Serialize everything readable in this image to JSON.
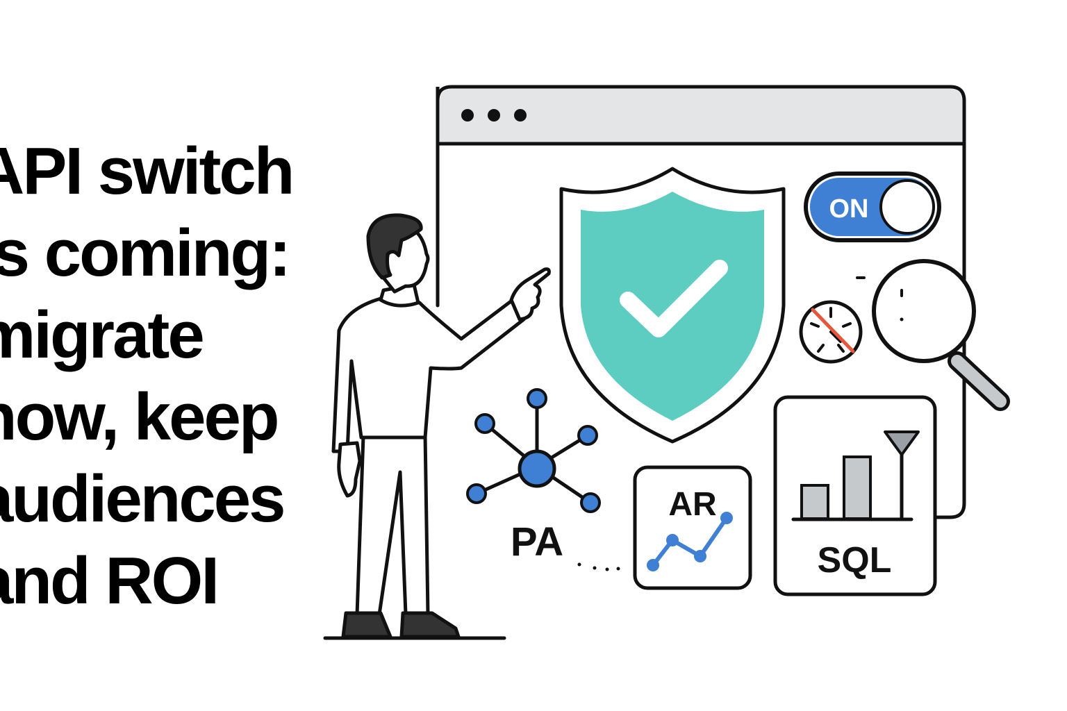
{
  "headline": {
    "lines": [
      "API switch",
      "is coming:",
      "migrate",
      "now, keep",
      "audiences",
      "and ROI"
    ]
  },
  "toggle": {
    "label": "ON",
    "state": "on",
    "color": "#3f7fd4"
  },
  "shield": {
    "color": "#5ccdc0",
    "icon": "check-icon"
  },
  "network": {
    "label": "PA",
    "node_color": "#3f7fd4"
  },
  "trend_card": {
    "label": "AR",
    "line_color": "#3f7fd4"
  },
  "bar_card": {
    "label": "SQL",
    "bar_color": "#c6c9cc"
  },
  "colors": {
    "stroke": "#111111",
    "window_bar": "#e4e5e7",
    "accent_blue": "#3f7fd4",
    "accent_teal": "#5ccdc0",
    "warning_red": "#e4573d"
  },
  "icons": [
    "shield-icon",
    "check-icon",
    "toggle-icon",
    "magnifier-icon",
    "clock-icon",
    "network-icon",
    "line-chart-icon",
    "bar-chart-icon",
    "person-illustration"
  ]
}
